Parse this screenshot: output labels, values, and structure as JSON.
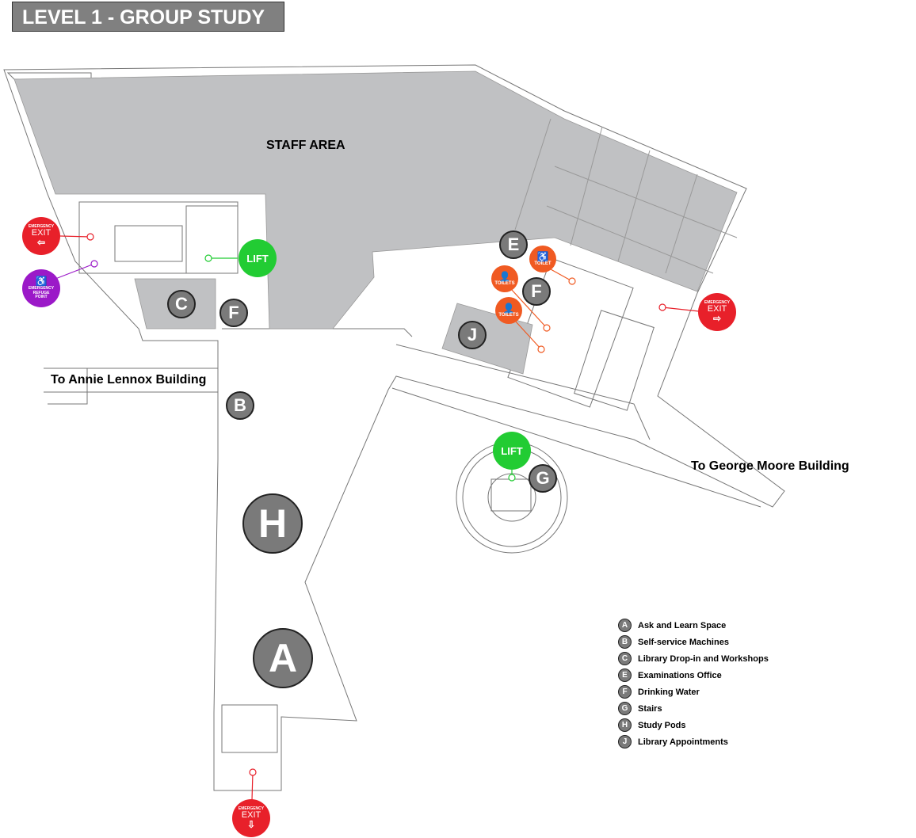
{
  "title": "LEVEL 1 - GROUP STUDY",
  "labels": {
    "staff": "STAFF AREA",
    "annie": "To Annie Lennox Building",
    "george": "To George Moore Building"
  },
  "markers": {
    "A": "A",
    "B": "B",
    "C": "C",
    "E": "E",
    "F": "F",
    "G": "G",
    "H": "H",
    "J": "J"
  },
  "lift": "LIFT",
  "toilet": {
    "accessible": "TOILET",
    "general": "TOILETS",
    "accessible_icon": "♿",
    "person_icon": "👤"
  },
  "exit": {
    "line1": "EMERGENCY",
    "line2": "EXIT",
    "left": "⇦",
    "right": "⇨",
    "down": "⇩"
  },
  "refuge": {
    "icon": "♿",
    "line1": "EMERGENCY",
    "line2": "REFUGE",
    "line3": "POINT"
  },
  "legend": [
    {
      "key": "A",
      "label": "Ask and Learn Space"
    },
    {
      "key": "B",
      "label": "Self-service Machines"
    },
    {
      "key": "C",
      "label": "Library Drop-in and Workshops"
    },
    {
      "key": "E",
      "label": "Examinations Office"
    },
    {
      "key": "F",
      "label": "Drinking Water"
    },
    {
      "key": "G",
      "label": "Stairs"
    },
    {
      "key": "H",
      "label": "Study Pods"
    },
    {
      "key": "J",
      "label": "Library Appointments"
    }
  ],
  "colors": {
    "area": "#c0c1c3",
    "marker": "#7a7a7a",
    "lift": "#22cc33",
    "toilet": "#f05a22",
    "exit": "#e8202a",
    "refuge": "#9b19c8"
  }
}
